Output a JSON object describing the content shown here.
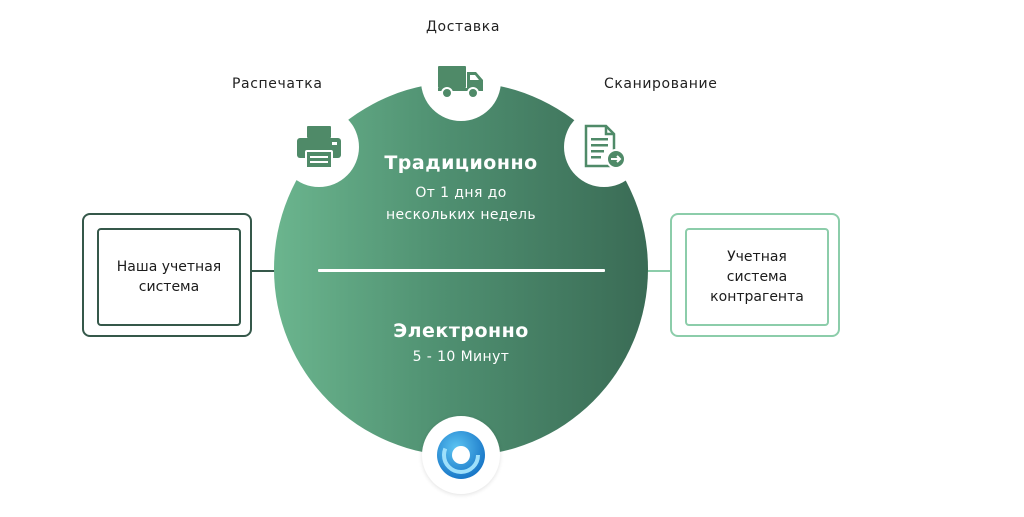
{
  "labels": {
    "delivery": "Доставка",
    "print": "Распечатка",
    "scan": "Сканирование"
  },
  "circle": {
    "traditional_title": "Традиционно",
    "traditional_sub": "От 1 дня до\nнескольких недель",
    "electronic_title": "Электронно",
    "electronic_sub": "5 - 10 Минут"
  },
  "left_box": {
    "text": "Наша учетная\nсистема"
  },
  "right_box": {
    "text": "Учетная\nсистема\nконтрагента"
  },
  "icons": {
    "truck": "truck-icon",
    "printer": "printer-icon",
    "document": "document-send-icon",
    "logo": "service-logo-icon"
  },
  "colors": {
    "green_light": "#6bb58e",
    "green_dark": "#3a6b55",
    "icon_green": "#4f8a68",
    "left_border": "#35584a",
    "right_border": "#8ccdaa",
    "logo_blue": "#1e8fd6"
  }
}
